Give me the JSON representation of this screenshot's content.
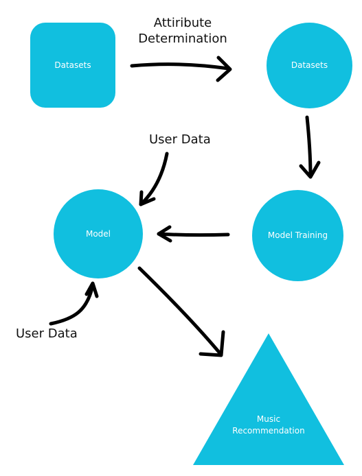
{
  "diagram": {
    "colors": {
      "node_fill": "#11bfdf",
      "node_text": "#ffffff",
      "arrow": "#000000",
      "label_text": "#111111",
      "background": "#ffffff"
    },
    "nodes": {
      "datasets_source": "Datasets",
      "datasets_target": "Datasets",
      "model": "Model",
      "model_training": "Model Training",
      "music_recommendation_line1": "Music",
      "music_recommendation_line2": "Recommendation"
    },
    "labels": {
      "attribute_determination_line1": "Attiribute",
      "attribute_determination_line2": "Determination",
      "user_data_top": "User Data",
      "user_data_bottom": "User Data"
    }
  }
}
